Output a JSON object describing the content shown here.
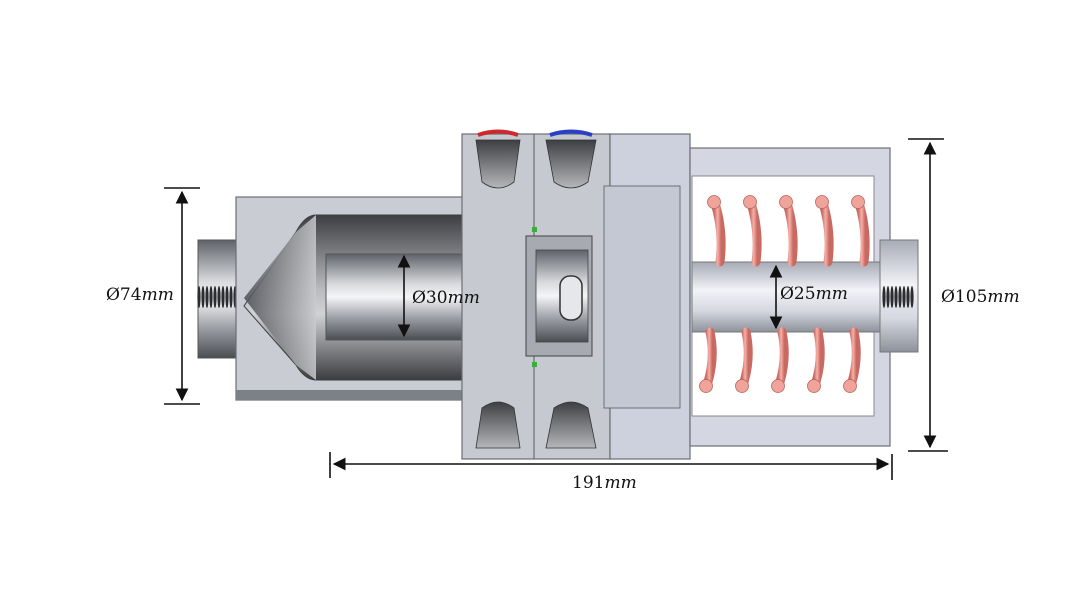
{
  "dimensions": {
    "left_outer_diameter": {
      "value": "Ø74",
      "unit": "mm"
    },
    "inner_rod_diameter": {
      "value": "Ø30",
      "unit": "mm"
    },
    "piston_rod_diameter": {
      "value": "Ø25",
      "unit": "mm"
    },
    "right_outer_diameter": {
      "value": "Ø105",
      "unit": "mm"
    },
    "overall_length": {
      "value": "191",
      "unit": "mm"
    }
  },
  "colors": {
    "housing": "#c9cdd6",
    "housing_dark": "#8c9099",
    "inner_cavity": "#6f7278",
    "spring": "#f0a39a",
    "seal_red": "#cc2a2a",
    "seal_blue": "#2a3fc4",
    "marker_green": "#33b233"
  }
}
